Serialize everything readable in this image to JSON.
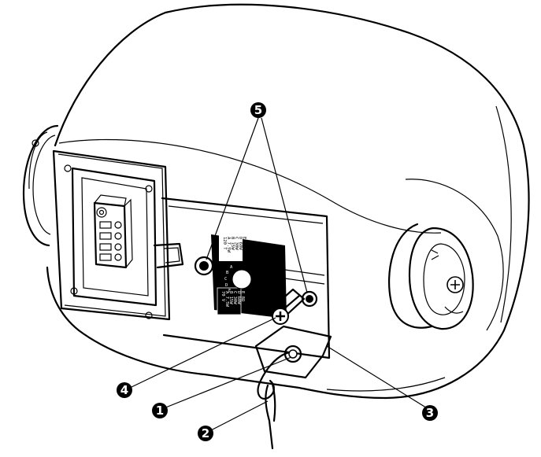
{
  "callouts": [
    {
      "id": "1",
      "label": "1"
    },
    {
      "id": "2",
      "label": "2"
    },
    {
      "id": "3",
      "label": "3"
    },
    {
      "id": "4",
      "label": "4"
    },
    {
      "id": "5",
      "label": "5"
    }
  ],
  "switch_panel": {
    "upper_label_lines": [
      "120 T",
      "A 7.5W",
      "B 15W",
      "C 30W",
      "D 60W",
      "E 8Ω"
    ],
    "lower_label_lines": [
      "70 V",
      "A 7.5W",
      "B 15W",
      "C 30W",
      "D 60W",
      "E 8Ω"
    ],
    "dial_letters": [
      "A",
      "B",
      "C",
      "D",
      "E"
    ]
  },
  "colors": {
    "line": "#000000",
    "background": "#ffffff",
    "callout_fill": "#000000",
    "callout_text": "#ffffff"
  }
}
